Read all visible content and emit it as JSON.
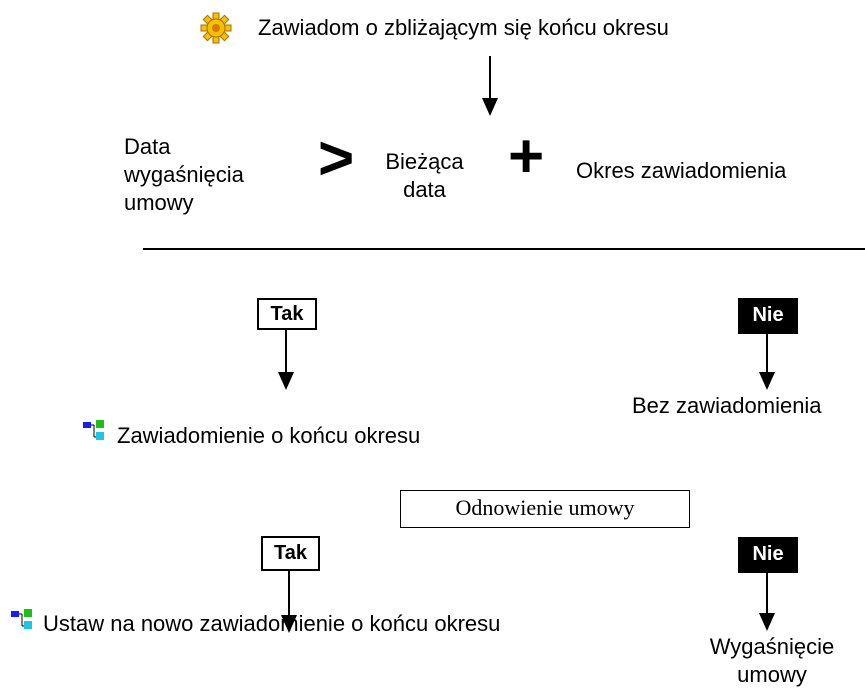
{
  "trigger": {
    "icon": "gear-icon",
    "label": "Zawiadom o zbliżającym się końcu okresu"
  },
  "condition": {
    "left": "Data wygaśnięcia umowy",
    "op1": ">",
    "middle": "Bieżąca data",
    "op2": "+",
    "right": "Okres zawiadomienia"
  },
  "branch1": {
    "yes_label": "Tak",
    "no_label": "Nie",
    "yes_icon": "workflow-icon",
    "yes_result": "Zawiadomienie o końcu okresu",
    "no_result": "Bez zawiadomienia"
  },
  "renewal": {
    "label": "Odnowienie umowy"
  },
  "branch2": {
    "yes_label": "Tak",
    "no_label": "Nie",
    "yes_icon": "workflow-icon",
    "yes_result": "Ustaw na nowo zawiadomienie o końcu okresu",
    "no_result": "Wygaśnięcie umowy"
  },
  "colors": {
    "line": "#000000",
    "icon_blue": "#1a1aff",
    "icon_green": "#19c219",
    "icon_cyan": "#18c8e8",
    "gear_yellow": "#f2c200",
    "gear_orange": "#d87a00"
  }
}
